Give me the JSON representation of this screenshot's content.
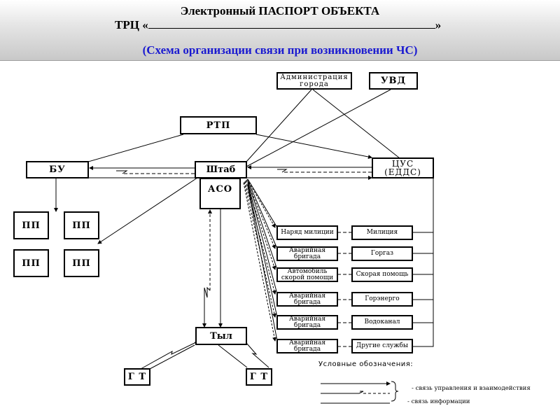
{
  "header": {
    "title": "Электронный ПАСПОРТ ОБЪЕКТА",
    "trc_prefix": "ТРЦ «",
    "trc_suffix": "»",
    "subtitle": "(Схема организации связи при возникновении ЧС)"
  },
  "nodes": {
    "admin": "Администрация города",
    "uvd": "УВД",
    "rtp": "РТП",
    "bu": "БУ",
    "shtab": "Штаб",
    "cus": "ЦУС (ЕДДС)",
    "aso": "АСО",
    "pp": [
      "ПП",
      "ПП",
      "ПП",
      "ПП"
    ],
    "tyl": "Тыл",
    "gt": [
      "Г Т",
      "Г Т"
    ]
  },
  "units_left": [
    "Наряд милиции",
    "Аварийная бригада",
    "Автомобиль скорой помощи",
    "Аварийная бригада",
    "Аварийная бригада",
    "Аварийная бригада"
  ],
  "services_right": [
    "Милиция",
    "Горгаз",
    "Скорая помощь",
    "Горэнерго",
    "Водоканал",
    "Другие службы"
  ],
  "legend": {
    "title": "Условные обозначения:",
    "control": "- связь управления и взаимодействия",
    "info": "- связь информации"
  },
  "colors": {
    "subtitle": "#1a1ad0",
    "lines": "#000000"
  }
}
